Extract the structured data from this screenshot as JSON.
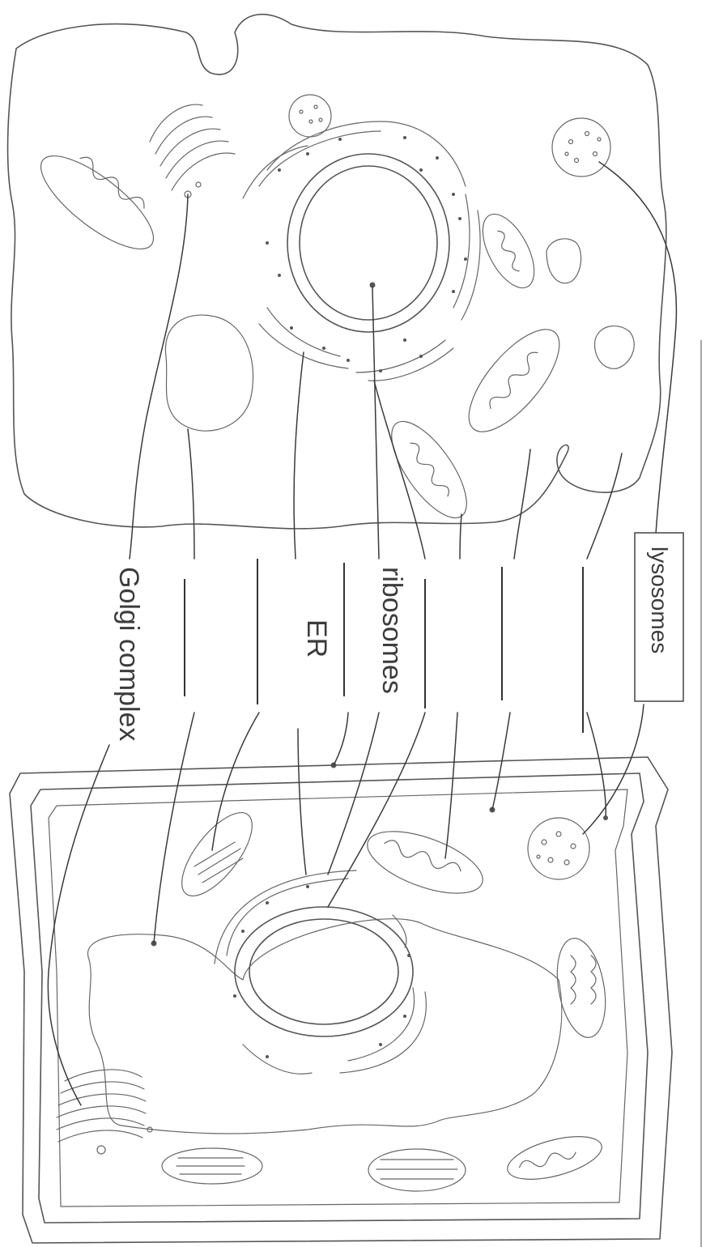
{
  "labels": {
    "golgi": "Golgi complex",
    "er": "ER",
    "ribosomes": "ribosomes",
    "lysosomes": "lysosomes"
  },
  "colors": {
    "ink": "#555555",
    "label": "#3c3c3c",
    "paper": "#ffffff"
  }
}
